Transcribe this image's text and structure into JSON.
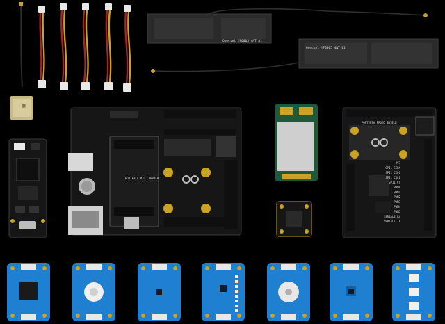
{
  "scene": {
    "background": "#000000",
    "colors": {
      "pcb_dark": "#161616",
      "pcb_mid": "#222222",
      "pcb_edge": "#3a3a3a",
      "module_blue": "#1f7fd1",
      "module_blue_dark": "#165fa0",
      "modem_green": "#1e5a3a",
      "cable_red": "#b32020",
      "cable_yellow": "#c9a227",
      "connector_white": "#e8e8e8",
      "gps_patch": "#c9b98a",
      "antenna_film": "#2a2a2a"
    },
    "icons": [
      "arduino-infinity-logo-icon"
    ]
  },
  "labels": {
    "antenna_left": "Quectel_YF0005_4NT_A1",
    "antenna_right": "Quectel_YF0005_4NT_B1",
    "carrier_board": "PORTENTA MID CARRIER",
    "proto_board": "PORTENTA PROTO SHIELD",
    "proto_pins": [
      "3V3",
      "SPI1 SCLK",
      "SPI1 CIPO",
      "SPI1 COPI",
      "SPI1 CS",
      "PWM0",
      "PWM1",
      "PWM2",
      "PWM3",
      "PWM4",
      "PWM5",
      "SERIAL1 RX",
      "SERIAL1 TX"
    ]
  }
}
